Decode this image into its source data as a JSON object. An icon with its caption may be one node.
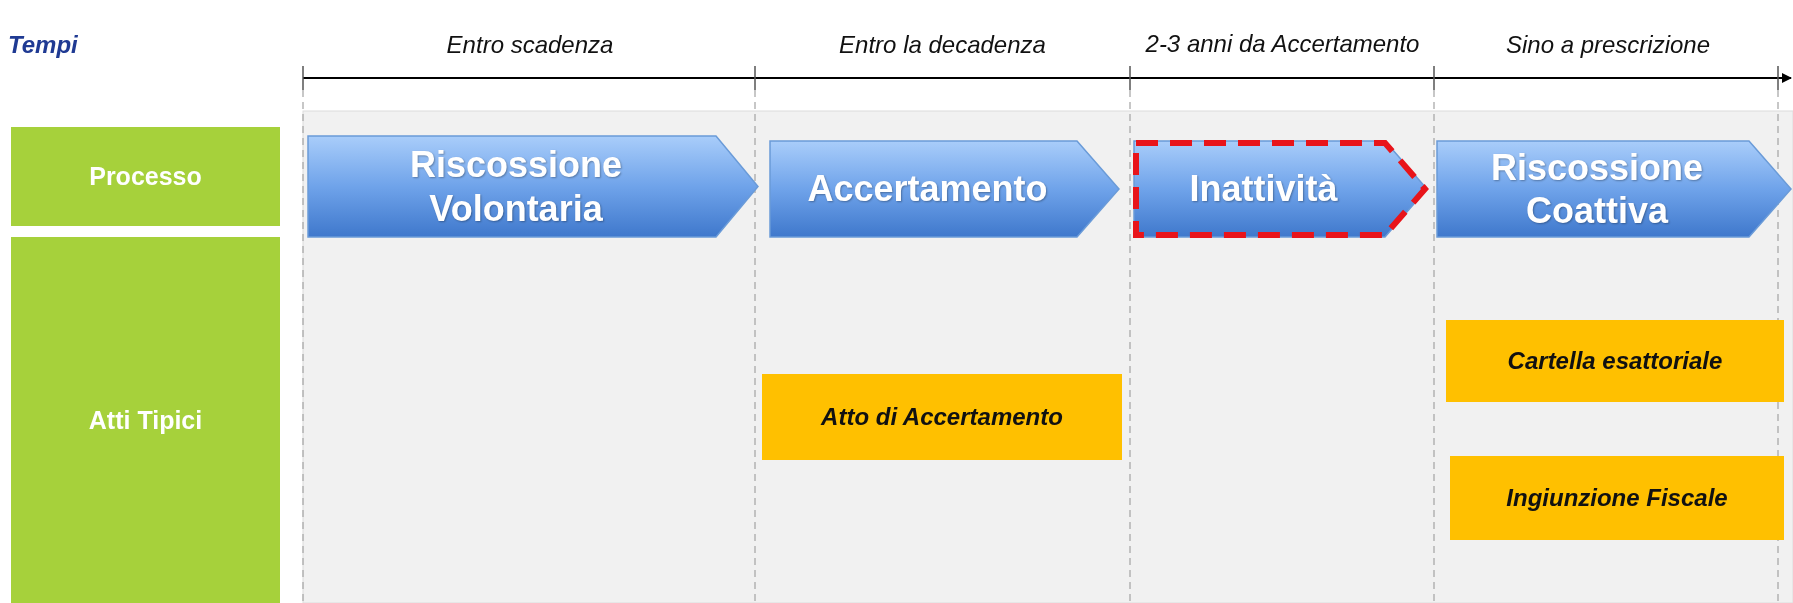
{
  "diagram": {
    "nodes": [
      {
        "text": [
          "Processo"
        ]
      },
      {
        "text": [
          "Atti Tipici"
        ]
      },
      {
        "text": [
          "Riscossione Volontaria"
        ]
      },
      {
        "text": [
          "Accertamento"
        ]
      },
      {
        "text": [
          "Inattività"
        ]
      },
      {
        "text": [
          "Riscossione Coattiva"
        ]
      },
      {
        "text": [
          "Atto di Accertamento"
        ]
      },
      {
        "text": [
          "Cartella esattoriale"
        ]
      },
      {
        "text": [
          "Ingiunzione Fiscale"
        ]
      }
    ],
    "labels": [
      "Tempi",
      "Entro scadenza",
      "Entro la decadenza",
      "2-3 anni da Accertamento",
      "Sino a prescrizione"
    ]
  }
}
